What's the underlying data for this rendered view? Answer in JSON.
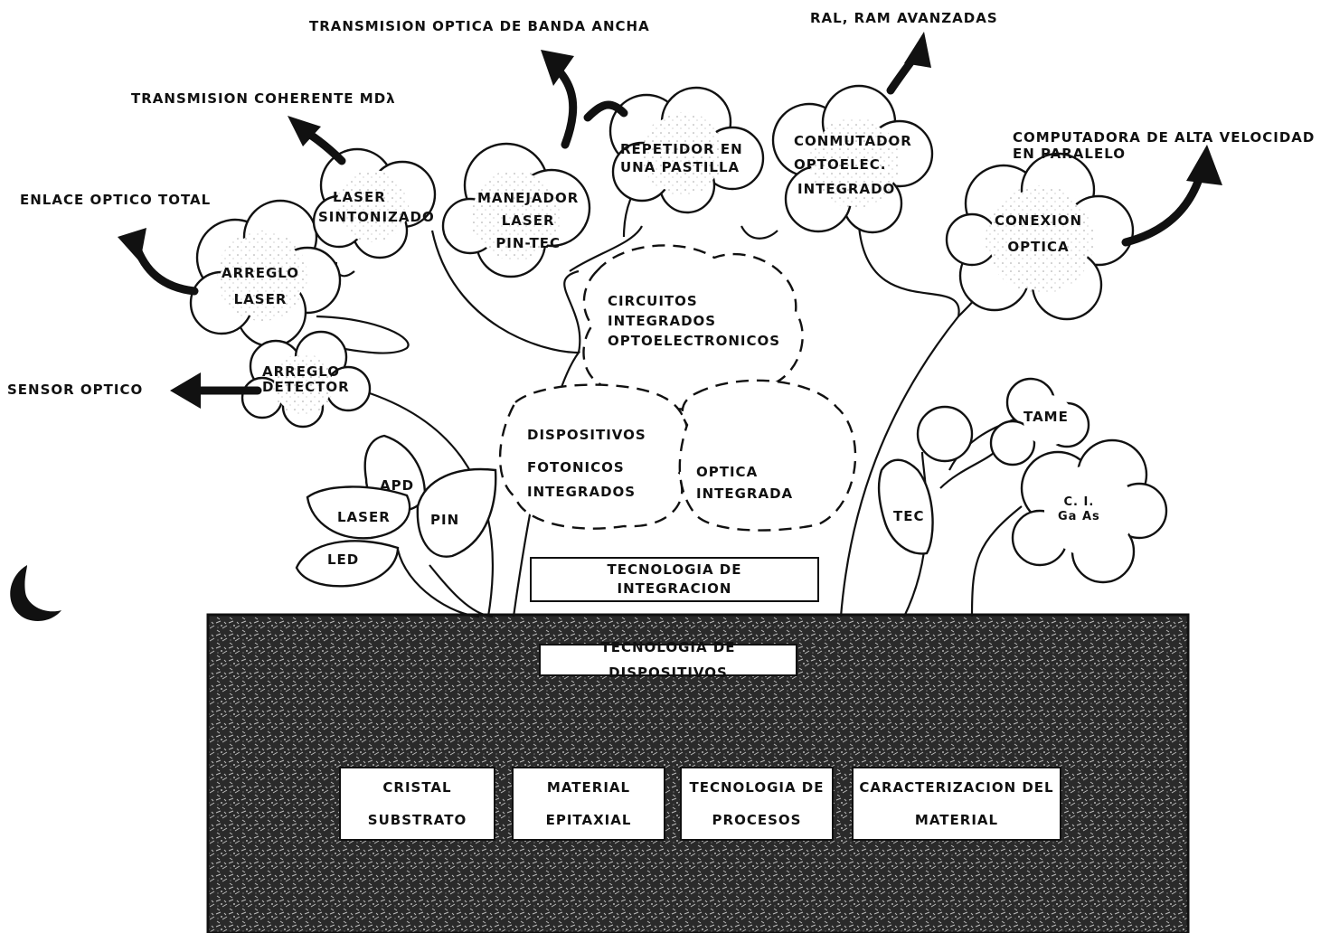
{
  "colors": {
    "ink": "#111111",
    "soil": "#2a2a2a",
    "paper": "#ffffff"
  },
  "outcomes": {
    "enlace": "ENLACE OPTICO TOTAL",
    "coherente": "TRANSMISION COHERENTE  MDλ",
    "banda": "TRANSMISION OPTICA DE BANDA ANCHA",
    "ram": "RAL, RAM AVANZADAS",
    "computadora": [
      "COMPUTADORA DE ALTA VELOCIDAD",
      "EN PARALELO"
    ],
    "sensor": "SENSOR OPTICO"
  },
  "crowns": {
    "arreglo_laser": [
      "ARREGLO",
      "LASER"
    ],
    "laser_sintonizado": [
      "LASER",
      "SINTONIZADO"
    ],
    "manejador": [
      "MANEJADOR",
      "LASER",
      "PIN-TEC"
    ],
    "repetidor": [
      "REPETIDOR EN",
      "UNA PASTILLA"
    ],
    "conmutador": [
      "CONMUTADOR",
      "OPTOELEC.",
      "INTEGRADO"
    ],
    "conexion": [
      "CONEXION",
      "OPTICA"
    ],
    "detector": [
      "ARREGLO",
      "DETECTOR"
    ]
  },
  "dashed": {
    "circuitos": [
      "CIRCUITOS",
      "INTEGRADOS",
      "OPTOELECTRONICOS"
    ],
    "dispositivos": [
      "DISPOSITIVOS",
      "FOTONICOS",
      "INTEGRADOS"
    ],
    "optica": [
      "OPTICA",
      "INTEGRADA"
    ]
  },
  "leaves": {
    "apd": "APD",
    "laser": "LASER",
    "led": "LED",
    "pin": "PIN"
  },
  "right_tree": {
    "tame": "TAME",
    "ci": [
      "C. I.",
      "Ga As"
    ],
    "tec": "TEC"
  },
  "integration": [
    "TECNOLOGIA  DE",
    "INTEGRACION"
  ],
  "devices": "TECNOLOGIA DE DISPOSITIVOS",
  "roots": [
    [
      "CRISTAL",
      "SUBSTRATO"
    ],
    [
      "MATERIAL",
      "EPITAXIAL"
    ],
    [
      "TECNOLOGIA  DE",
      "PROCESOS"
    ],
    [
      "CARACTERIZACION DEL",
      "MATERIAL"
    ]
  ]
}
